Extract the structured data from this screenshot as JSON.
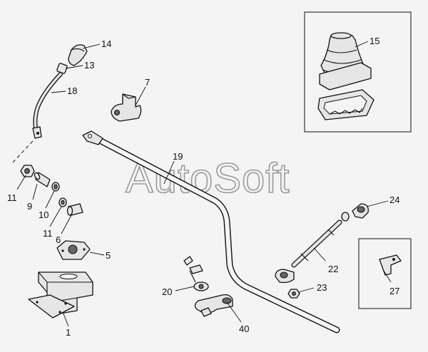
{
  "watermark": "AutoSoft",
  "colors": {
    "background": "#f4f4f4",
    "ink": "#111111",
    "watermark": "#9a9a9a"
  },
  "callouts": {
    "c1": "1",
    "c5": "5",
    "c6": "6",
    "c7": "7",
    "c9": "9",
    "c10": "10",
    "c11a": "11",
    "c11b": "11",
    "c13": "13",
    "c14": "14",
    "c15": "15",
    "c18": "18",
    "c19": "19",
    "c20": "20",
    "c22": "22",
    "c23": "23",
    "c24": "24",
    "c27": "27",
    "c40": "40"
  }
}
